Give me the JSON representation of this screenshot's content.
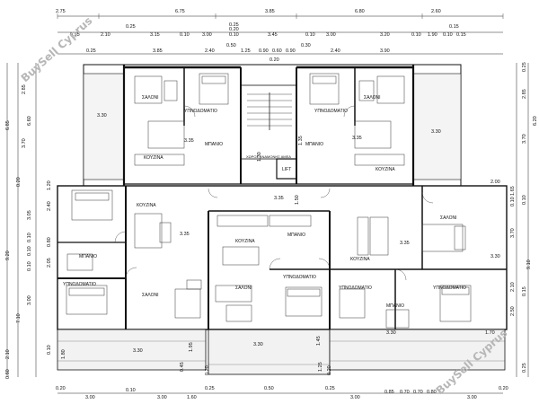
{
  "watermark": "BuySell Cyprus",
  "lift_label": "LIFT",
  "top_dims_row1": [
    "2.75",
    "6.75",
    "3.85",
    "6.80",
    "2.60"
  ],
  "top_dims_row2": [
    "0.35",
    "2.10",
    "3.15",
    "0.10",
    "3.00",
    "0.10",
    "3.45",
    "0.10",
    "3.00",
    "3.20",
    "0.10",
    "1.90",
    "0.10",
    "0.15"
  ],
  "top_dims_row3": [
    "0.25",
    "3.85",
    "2.40",
    "1.25",
    "0.90",
    "0.60",
    "0.90",
    "2.40",
    "3.90"
  ],
  "small_dims": [
    "0.25",
    "0.25",
    "0.20",
    "0.15",
    "0.50",
    "0.30",
    "0.20"
  ],
  "left_dims": [
    "6.85",
    "2.85",
    "6.60",
    "3.70",
    "0.20",
    "1.20",
    "2.40",
    "3.05",
    "0.10",
    "0.80",
    "0.10",
    "9.20",
    "2.05",
    "0.10",
    "3.00",
    "7.10",
    "2.10",
    "0.60",
    "0.10"
  ],
  "right_dims": [
    "0.25",
    "2.85",
    "6.20",
    "3.70",
    "2.00",
    "1.65",
    "0.10",
    "0.10",
    "3.70",
    "9.10",
    "2.10",
    "0.15",
    "2.50",
    "1.70",
    "0.25"
  ],
  "bottom_dims": [
    "0.20",
    "3.00",
    "0.10",
    "3.00",
    "1.60",
    "0.25",
    "0.50",
    "0.25",
    "3.00",
    "0.85",
    "0.70",
    "0.70",
    "0.80",
    "3.00",
    "0.20"
  ],
  "area_values": [
    "3.30",
    "3.35",
    "3.35",
    "3.30",
    "3.35",
    "3.35",
    "3.35",
    "3.30",
    "3.30",
    "3.30",
    "3.30"
  ],
  "inner_dims": [
    "1.30",
    "1.35",
    "1.50",
    "1.80",
    "1.95",
    "1.45",
    "1.25",
    "0.45",
    "0.20",
    "0.20"
  ],
  "rooms": {
    "saloni": "ΣΑΛΟΝΙ",
    "ypnodomatio": "ΥΠΝΟΔΟΜΑΤΙΟ",
    "mpanio": "ΜΠΑΝΙΟ",
    "kouzina": "ΚΟΥΖΙΝΑ",
    "lobby": "ΧΩΡΟΣ ΑΝΑΜΟΝΗΣ ΑΜΕΑ"
  }
}
